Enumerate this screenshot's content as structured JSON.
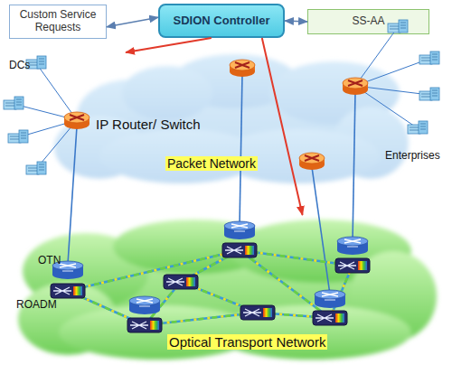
{
  "diagram": {
    "nodes": [
      {
        "text": [
          "Custom Service Requests"
        ]
      },
      {
        "text": [
          "SDION Controller"
        ]
      },
      {
        "text": [
          "SS-AA"
        ]
      },
      {
        "text": [
          "Packet Network"
        ]
      },
      {
        "text": [
          "Optical Transport Network"
        ]
      }
    ],
    "edges": [
      {
        "from": 0,
        "to": 1,
        "arrow": "both"
      },
      {
        "from": 1,
        "to": 2,
        "arrow": "both"
      },
      {
        "from": 1,
        "to": 3,
        "arrow": "to"
      },
      {
        "from": 1,
        "to": 4,
        "arrow": "to"
      }
    ],
    "labels": [
      "DCs",
      "IP Router/ Switch",
      "Enterprises",
      "OTN",
      "ROADM"
    ]
  }
}
